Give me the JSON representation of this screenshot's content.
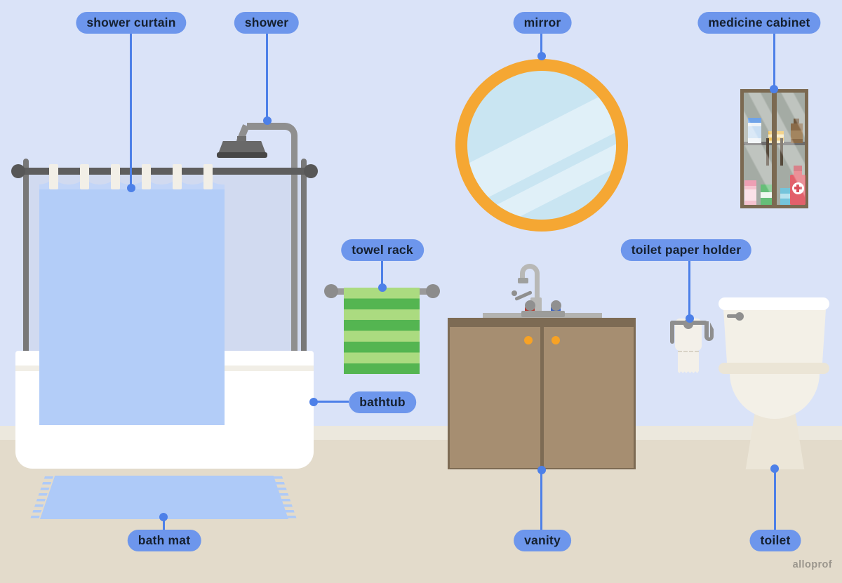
{
  "watermark": "alloprof",
  "labels": {
    "shower_curtain": "shower curtain",
    "shower": "shower",
    "mirror": "mirror",
    "medicine_cabinet": "medicine cabinet",
    "towel_rack": "towel rack",
    "toilet_paper_holder": "toilet paper holder",
    "bathtub": "bathtub",
    "vanity": "vanity",
    "bath_mat": "bath mat",
    "toilet": "toilet"
  },
  "palette": {
    "wall": "#DAE3F8",
    "floor": "#E3DBCB",
    "baseboard": "#ECE8DD",
    "label_background": "#6D96EC",
    "label_text": "#15202F",
    "leader_line": "#4D80E8",
    "curtain_blue": "#B3CDF8",
    "bath_mat_blue": "#AECAF8",
    "towel_green_light": "#ABDB80",
    "towel_green_dark": "#54B551",
    "mirror_frame_orange": "#F5A733",
    "mirror_glass_blue": "#C9E5F2",
    "vanity_wood": "#A68E71",
    "vanity_frame_wood": "#7D6B54",
    "vanity_knob_orange": "#F7A225",
    "tub_white": "#FFFFFF",
    "metal_gray": "#8F8F8F"
  }
}
